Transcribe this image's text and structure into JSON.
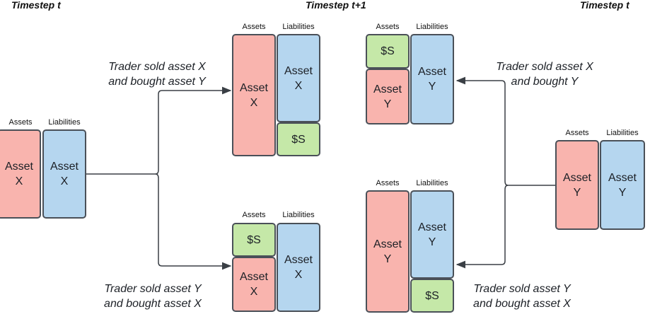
{
  "timesteps": {
    "left": "Timestep t",
    "middle": "Timestep t+1",
    "right": "Timestep t"
  },
  "headers": {
    "assets": "Assets",
    "liabilities": "Liabilities"
  },
  "boxes": {
    "asset_x": "Asset\nX",
    "asset_y": "Asset\nY",
    "cash": "$S"
  },
  "captions": {
    "sold_x_bought_y": "Trader sold asset X\nand bought asset Y",
    "sold_y_bought_x": "Trader sold asset Y\nand bought asset X",
    "sold_x_bought_y_short": "Trader sold asset X\nand bought Y"
  },
  "colors": {
    "asset_red": "#f9b4ae",
    "asset_blue": "#b5d6ef",
    "cash_green": "#c5e8a8",
    "border": "#4a5058",
    "arrow": "#3a3f45"
  }
}
